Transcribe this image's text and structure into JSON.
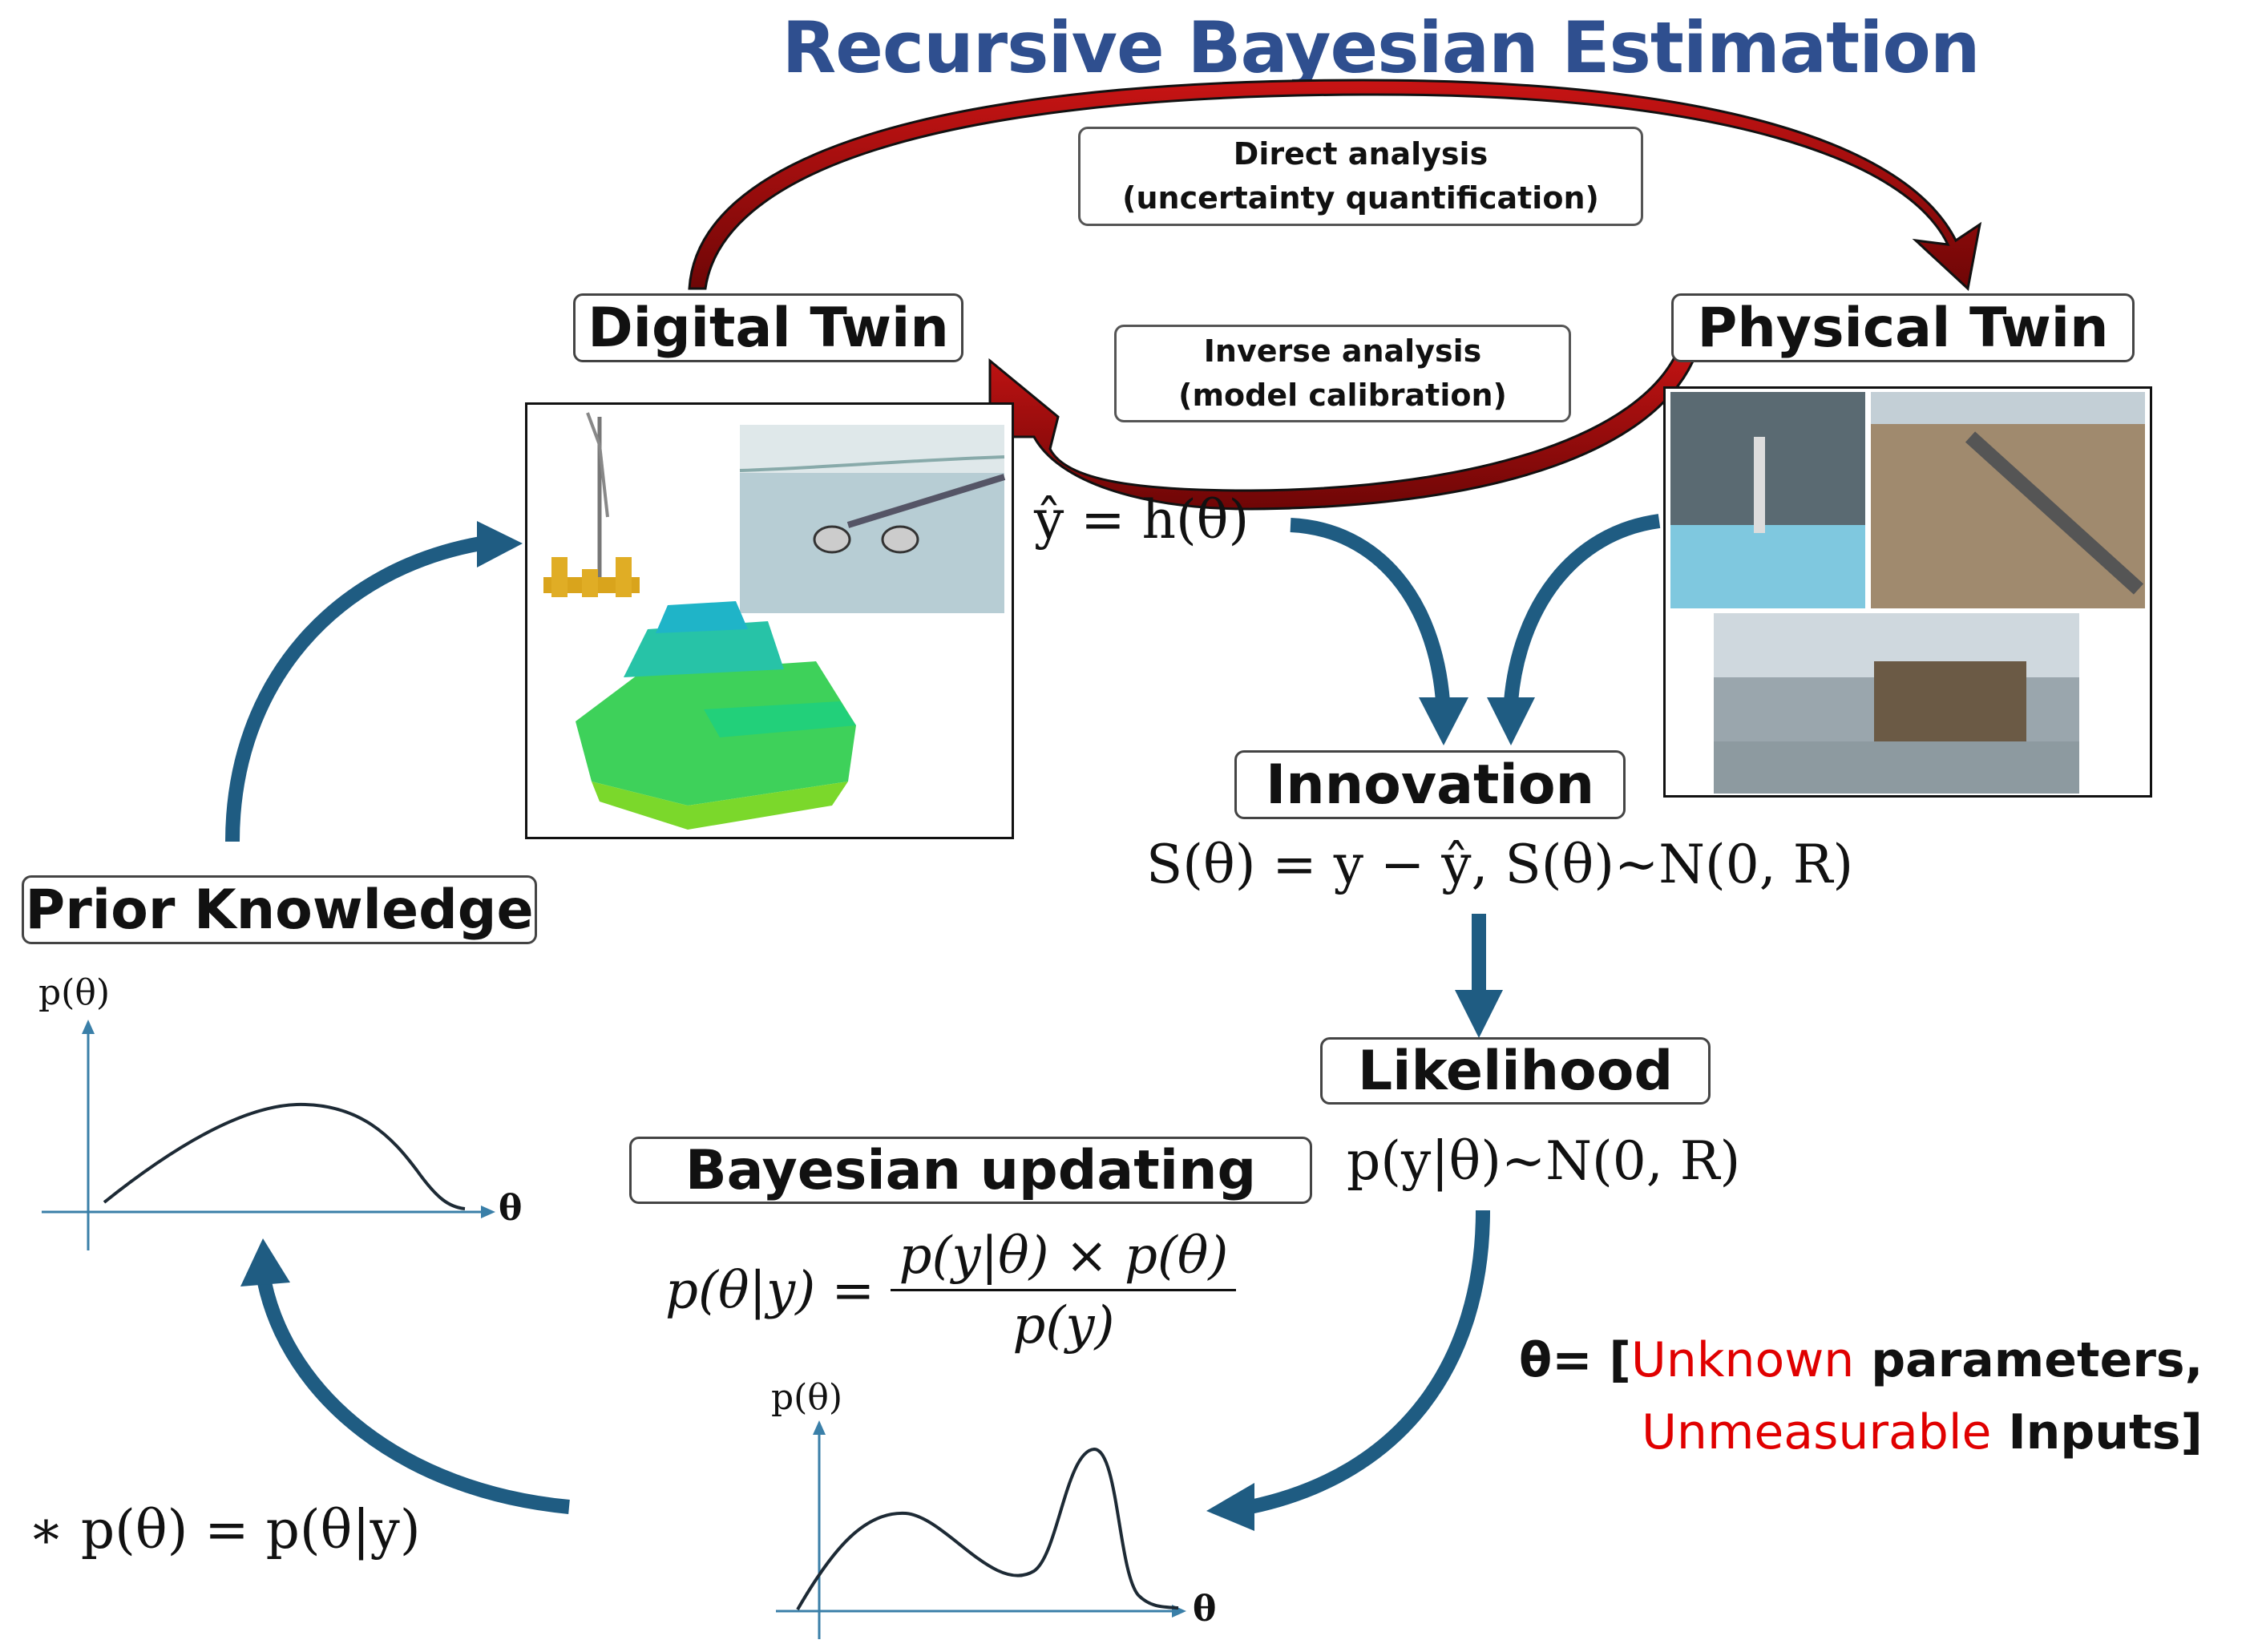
{
  "title": "Recursive Bayesian Estimation",
  "boxes": {
    "digital_twin": "Digital Twin",
    "physical_twin": "Physical Twin",
    "innovation": "Innovation",
    "likelihood": "Likelihood",
    "prior_knowledge": "Prior Knowledge",
    "bayesian_updating": "Bayesian updating"
  },
  "notes": {
    "direct_line1": "Direct analysis",
    "direct_line2": "(uncertainty quantification)",
    "inverse_line1": "Inverse analysis",
    "inverse_line2": "(model calibration)"
  },
  "equations": {
    "yhat": "ŷ = h(θ)",
    "innovation": "S(θ) = y − ŷ, S(θ)~N(0, R)",
    "likelihood": "p(y|θ)~N(0, R)",
    "bayes_lhs": "p(θ|y) =",
    "bayes_num": "p(y|θ) × p(θ)",
    "bayes_den": "p(y)",
    "recursion": "∗ p(θ) = p(θ|y)"
  },
  "theta_def": {
    "prefix": "θ= [",
    "unknown": "Unknown",
    "parameters": " parameters,",
    "unmeasurable": "Unmeasurable",
    "inputs": " Inputs]"
  },
  "plots": {
    "prior_ylabel": "p(θ)",
    "prior_xlabel": "θ",
    "posterior_ylabel": "p(θ)",
    "posterior_xlabel": "θ"
  },
  "colors": {
    "title": "#2f4f8f",
    "red_arrow": "#a80c0c",
    "blue_arrow": "#1f5c82",
    "axis": "#3a7fa8",
    "highlight": "#e00000"
  }
}
